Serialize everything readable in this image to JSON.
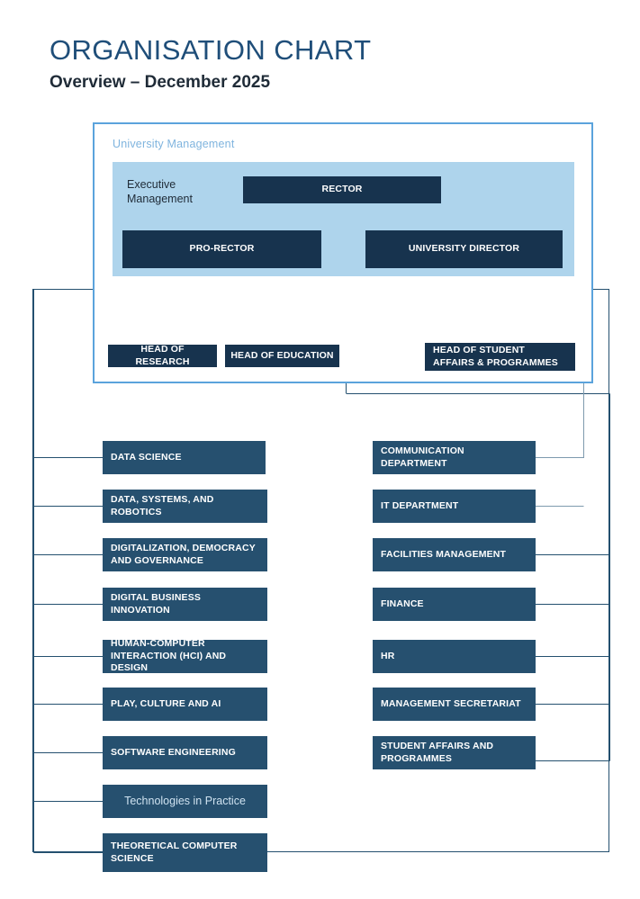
{
  "header": {
    "title": "ORGANISATION CHART",
    "subtitle": "Overview – December 2025"
  },
  "management_panel": {
    "frame_label": "University Management",
    "exec_label": "Executive\nManagement",
    "exec_label_line1": "Executive",
    "exec_label_line2": "Management",
    "nodes": {
      "rector": "RECTOR",
      "pro_rector": "PRO-RECTOR",
      "university_director": "UNIVERSITY DIRECTOR"
    }
  },
  "second_level": [
    {
      "label": "HEAD OF RESEARCH",
      "align": "center"
    },
    {
      "label": "HEAD OF EDUCATION",
      "align": "center"
    },
    {
      "label": "HEAD OF STUDENT AFFAIRS & PROGRAMMES",
      "align": "left"
    }
  ],
  "left_column": {
    "items": [
      {
        "label": "DATA SCIENCE",
        "style": "caps"
      },
      {
        "label": "DATA, SYSTEMS, AND ROBOTICS",
        "style": "caps"
      },
      {
        "label": "DIGITALIZATION, DEMOCRACY AND GOVERNANCE",
        "style": "caps"
      },
      {
        "label": "DIGITAL BUSINESS INNOVATION",
        "style": "caps"
      },
      {
        "label": "HUMAN-COMPUTER INTERACTION (HCI) AND DESIGN",
        "style": "caps"
      },
      {
        "label": "PLAY, CULTURE AND AI",
        "style": "caps"
      },
      {
        "label": "SOFTWARE ENGINEERING",
        "style": "caps"
      },
      {
        "label": "Technologies in Practice",
        "style": "soft"
      },
      {
        "label": "THEORETICAL COMPUTER SCIENCE",
        "style": "caps"
      }
    ]
  },
  "right_column": {
    "items": [
      {
        "label": "COMMUNICATION DEPARTMENT",
        "style": "caps"
      },
      {
        "label": "IT DEPARTMENT",
        "style": "caps"
      },
      {
        "label": "FACILITIES MANAGEMENT",
        "style": "bright"
      },
      {
        "label": "FINANCE",
        "style": "caps"
      },
      {
        "label": "HR",
        "style": "caps"
      },
      {
        "label": "MANAGEMENT SECRETARIAT",
        "style": "caps"
      },
      {
        "label": "STUDENT AFFAIRS AND PROGRAMMES",
        "style": "caps"
      }
    ]
  },
  "colors": {
    "title": "#1F4E79",
    "subtitle": "#1F2B37",
    "node_fill": "#26506F",
    "node_fill_dark": "#17334E",
    "panel_fill": "#AED4EC",
    "frame_border": "#5BA3DC",
    "outer_frame_border": "#24506F",
    "connector": "#24506F",
    "connector_light": "#7E9AAE"
  }
}
